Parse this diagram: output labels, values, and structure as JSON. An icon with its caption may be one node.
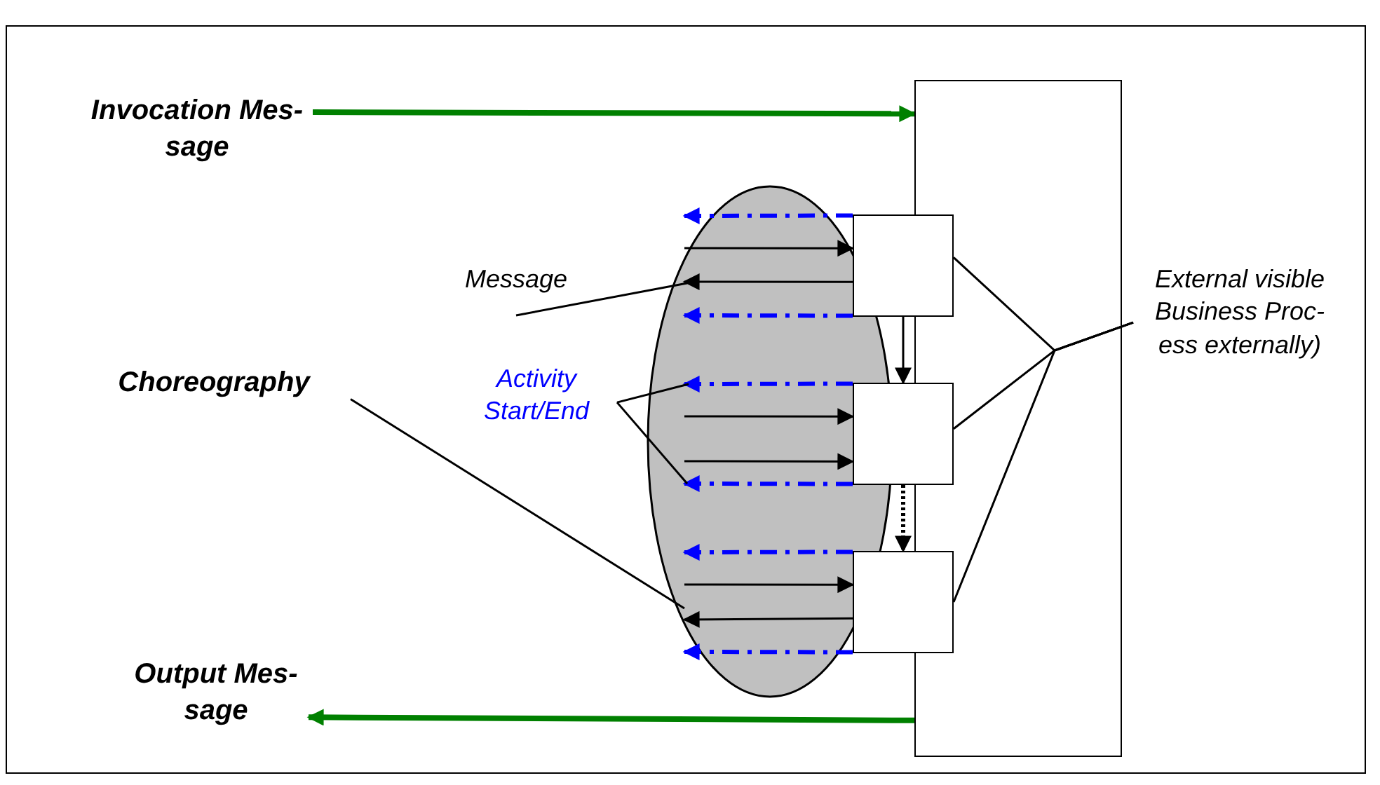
{
  "diagram": {
    "nodes": [
      {
        "text": [
          "Invocation Mes- sage"
        ]
      },
      {
        "text": [],
        "shape": "box"
      },
      {
        "text": [],
        "shape": "ellipse"
      },
      {
        "text": [],
        "shape": "box"
      },
      {
        "text": [],
        "shape": "box"
      },
      {
        "text": [],
        "shape": "box"
      },
      {
        "text": [
          "Message"
        ]
      },
      {
        "text": [
          "Choreography"
        ]
      },
      {
        "text": [
          "Activity Start/End"
        ]
      },
      {
        "text": [
          "External visible Business Proc- ess externally)"
        ]
      },
      {
        "text": [
          "Output Mes- sage"
        ]
      }
    ],
    "edges": [
      {
        "from": 0,
        "to": 1,
        "arrow": "to",
        "style": "thick",
        "color": "#008000"
      },
      {
        "from": 1,
        "to": 10,
        "arrow": "to",
        "style": "thick",
        "color": "#008000"
      },
      {
        "from": 3,
        "to": 2,
        "arrow": "to",
        "style": "dashed",
        "color": "#0000ff"
      },
      {
        "from": 2,
        "to": 3,
        "arrow": "to"
      },
      {
        "from": 3,
        "to": 2,
        "arrow": "to"
      },
      {
        "from": 3,
        "to": 2,
        "arrow": "to",
        "style": "dashed",
        "color": "#0000ff"
      },
      {
        "from": 4,
        "to": 2,
        "arrow": "to",
        "style": "dashed",
        "color": "#0000ff"
      },
      {
        "from": 2,
        "to": 4,
        "arrow": "to"
      },
      {
        "from": 2,
        "to": 4,
        "arrow": "to"
      },
      {
        "from": 4,
        "to": 2,
        "arrow": "to",
        "style": "dashed",
        "color": "#0000ff"
      },
      {
        "from": 5,
        "to": 2,
        "arrow": "to",
        "style": "dashed",
        "color": "#0000ff"
      },
      {
        "from": 2,
        "to": 5,
        "arrow": "to"
      },
      {
        "from": 5,
        "to": 2,
        "arrow": "to"
      },
      {
        "from": 5,
        "to": 2,
        "arrow": "to",
        "style": "dashed",
        "color": "#0000ff"
      },
      {
        "from": 3,
        "to": 4,
        "arrow": "to"
      },
      {
        "from": 4,
        "to": 5,
        "arrow": "to",
        "style": "dashed"
      },
      {
        "from": 6,
        "to": 2,
        "arrow": "none"
      },
      {
        "from": 7,
        "to": 2,
        "arrow": "none"
      },
      {
        "from": 8,
        "to": 2,
        "arrow": "none"
      },
      {
        "from": 8,
        "to": 2,
        "arrow": "none"
      },
      {
        "from": 9,
        "to": 3,
        "arrow": "none"
      },
      {
        "from": 9,
        "to": 4,
        "arrow": "none"
      },
      {
        "from": 9,
        "to": 5,
        "arrow": "none"
      }
    ]
  }
}
